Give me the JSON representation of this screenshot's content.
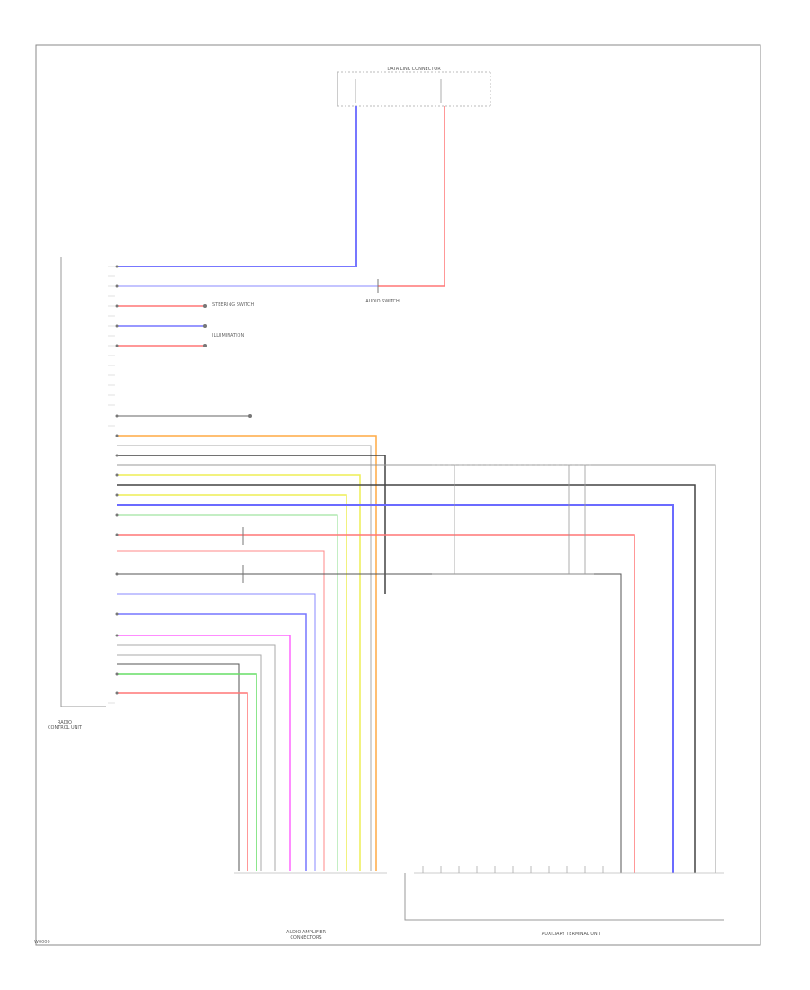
{
  "connector_labels": {
    "left_module": "RADIO CONTROL UNIT",
    "bottom_center": "AUDIO AMPLIFIER CONNECTORS",
    "bottom_right": "AUXILIARY TERMINAL UNIT",
    "top_right_box": "DATA LINK CONNECTOR",
    "mid_switch": "AUDIO SWITCH",
    "small_note_1": "STEERING SWITCH",
    "small_note_2": "ILLUMINATION",
    "corner_code": "W0000"
  },
  "colors": {
    "frame": "#777777",
    "red": "#ff6b6b",
    "blue": "#6b6bff",
    "pink": "#ff66ff",
    "green": "#66dd66",
    "yellow": "#eeee55",
    "orange": "#ffaa44",
    "black": "#333333",
    "gray": "#aaaaaa"
  }
}
